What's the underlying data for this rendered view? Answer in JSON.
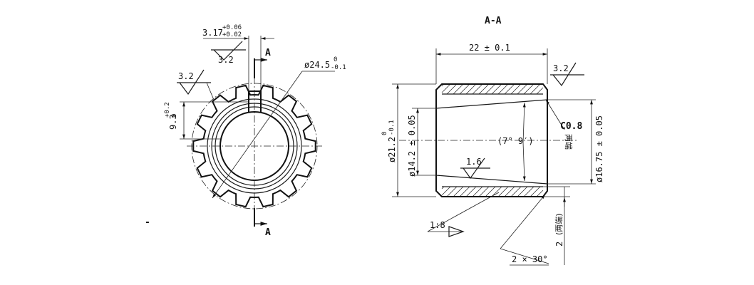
{
  "section_title": "A-A",
  "front_view": {
    "width_dim": "3.17",
    "width_tol_upper": "+0.06",
    "width_tol_lower": "+0.02",
    "outer_dia": "ø24.5",
    "outer_dia_tol_upper": "0",
    "outer_dia_tol_lower": "-0.1",
    "height_dim": "9.3",
    "height_tol_upper": "+0.2",
    "height_tol_lower": "0",
    "roughness_top": "3.2",
    "roughness_left": "3.2",
    "section_mark_top": "A",
    "section_mark_bottom": "A",
    "left_tick": "-"
  },
  "section_view": {
    "length_dim": "22 ± 0.1",
    "roughness_right": "3.2",
    "chamfer": "C0.8",
    "chamfer_note": "两端",
    "taper_angle": "(7° 9′)",
    "dia_outer": "ø21.2",
    "dia_outer_tol_upper": "0",
    "dia_outer_tol_lower": "-0.1",
    "dia_left": "ø14.2 ± 0.05",
    "dia_right": "ø16.75 ± 0.05",
    "roughness_inner": "1.6",
    "taper_ratio": "1:8",
    "bottom_chamfer": "2 × 30°",
    "end_width": "2",
    "end_width_note": "(两端)"
  }
}
